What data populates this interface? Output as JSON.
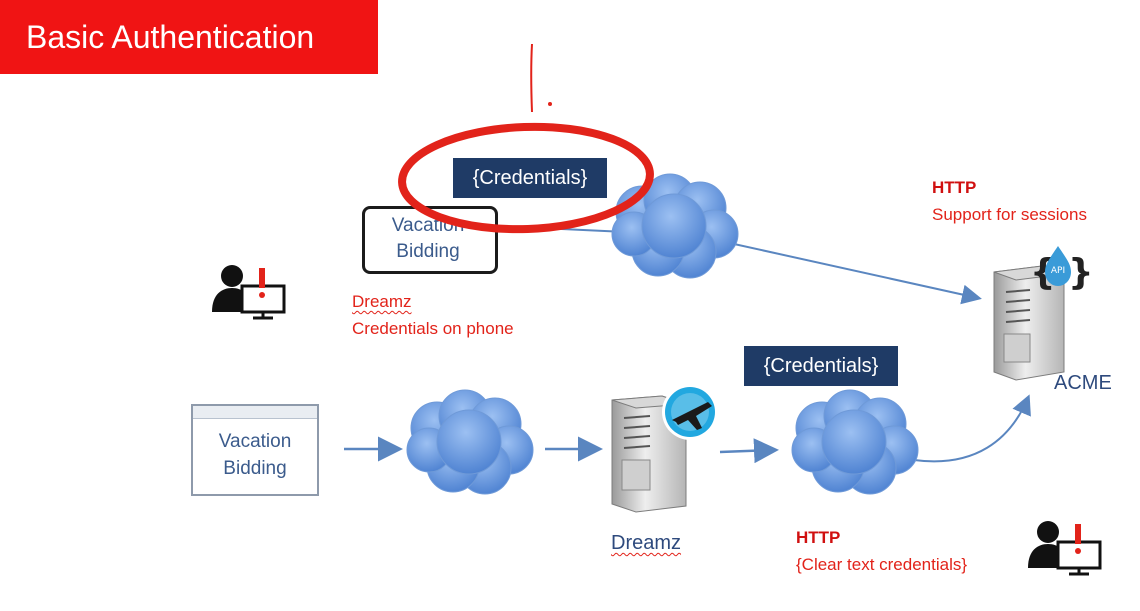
{
  "title": "Basic Authentication",
  "phone": {
    "label_line1": "Vacation",
    "label_line2": "Bidding"
  },
  "phone_caption": {
    "line1": "Dreamz",
    "line2": "Credentials on phone"
  },
  "credentials_top": "{Credentials}",
  "credentials_bottom": "{Credentials}",
  "http_top": {
    "heading": "HTTP",
    "text": "Support for sessions"
  },
  "api_label": "API",
  "acme_label": "ACME",
  "browser": {
    "label_line1": "Vacation",
    "label_line2": "Bidding"
  },
  "dreamz_label": "Dreamz",
  "http_bottom": {
    "heading": "HTTP",
    "text": "{Clear text credentials}"
  },
  "colors": {
    "title_red": "#f01414",
    "badge_navy": "#1f3b66",
    "annotation_red": "#e2231a",
    "cloud_blue": "#5b8ed8",
    "arrow_blue": "#5a86c0"
  }
}
